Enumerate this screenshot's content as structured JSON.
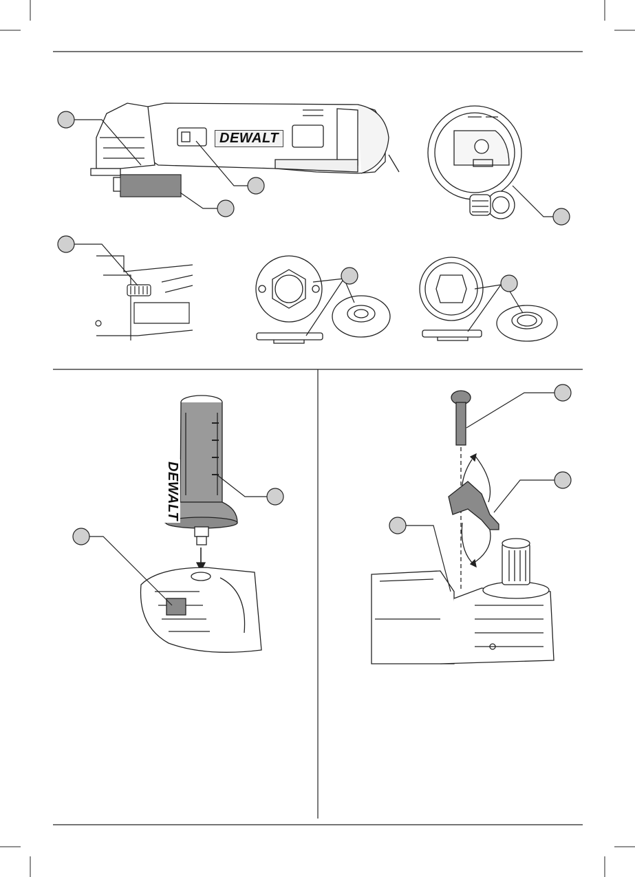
{
  "brand": {
    "logo_text": "DEWALT"
  },
  "colors": {
    "line": "#222222",
    "callout_fill": "#d0d0d0",
    "gray_fill": "#8a8a8a",
    "light_fill": "#ececec"
  },
  "figures": [
    {
      "name": "grinder-side-view",
      "callouts": 3
    },
    {
      "name": "guard-rear-view",
      "callouts": 1
    },
    {
      "name": "spindle-lock-detail",
      "callouts": 1
    },
    {
      "name": "flange-set-a",
      "callouts": 1
    },
    {
      "name": "flange-set-b",
      "callouts": 1
    },
    {
      "name": "side-handle-install",
      "callouts": 2
    },
    {
      "name": "guard-lever-assembly",
      "callouts": 3
    }
  ]
}
